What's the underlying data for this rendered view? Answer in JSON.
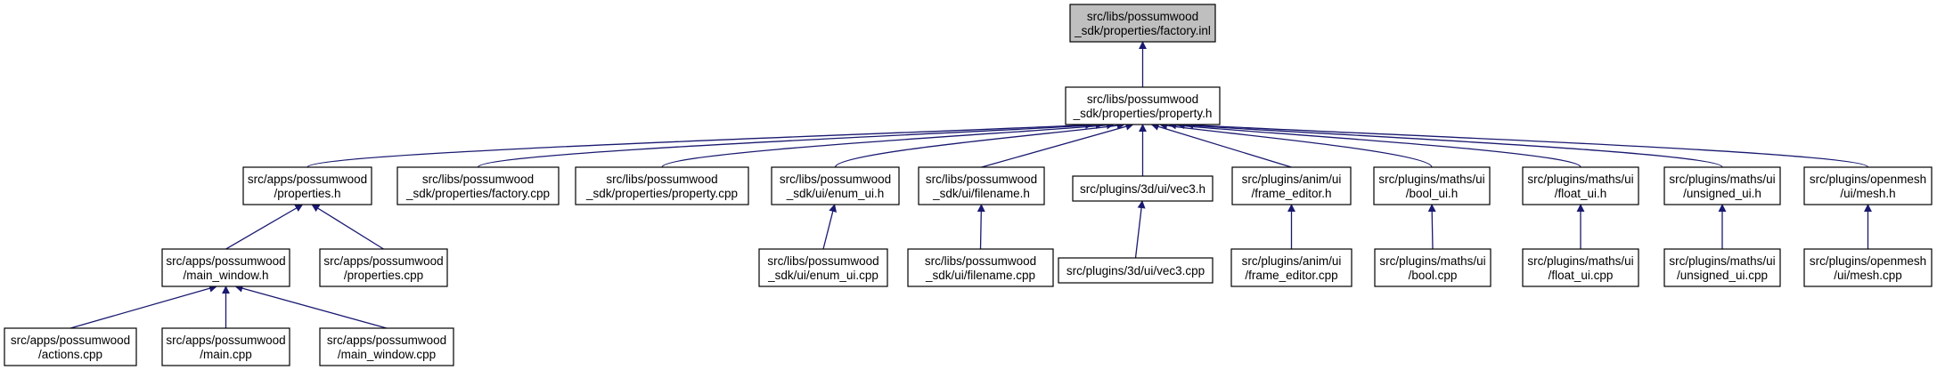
{
  "colors": {
    "node_fill": "#ffffff",
    "root_fill": "#bfbfbf",
    "border": "#000000",
    "edge": "#191970"
  },
  "nodes": [
    {
      "id": "factory_inl",
      "lines": [
        "src/libs/possumwood",
        "_sdk/properties/factory.inl"
      ],
      "root": true
    },
    {
      "id": "property_h",
      "lines": [
        "src/libs/possumwood",
        "_sdk/properties/property.h"
      ]
    },
    {
      "id": "app_properties_h",
      "lines": [
        "src/apps/possumwood",
        "/properties.h"
      ]
    },
    {
      "id": "factory_cpp",
      "lines": [
        "src/libs/possumwood",
        "_sdk/properties/factory.cpp"
      ]
    },
    {
      "id": "property_cpp",
      "lines": [
        "src/libs/possumwood",
        "_sdk/properties/property.cpp"
      ]
    },
    {
      "id": "enum_ui_h",
      "lines": [
        "src/libs/possumwood",
        "_sdk/ui/enum_ui.h"
      ]
    },
    {
      "id": "filename_h",
      "lines": [
        "src/libs/possumwood",
        "_sdk/ui/filename.h"
      ]
    },
    {
      "id": "vec3_h",
      "lines": [
        "src/plugins/3d/ui/vec3.h"
      ]
    },
    {
      "id": "frame_editor_h",
      "lines": [
        "src/plugins/anim/ui",
        "/frame_editor.h"
      ]
    },
    {
      "id": "bool_ui_h",
      "lines": [
        "src/plugins/maths/ui",
        "/bool_ui.h"
      ]
    },
    {
      "id": "float_ui_h",
      "lines": [
        "src/plugins/maths/ui",
        "/float_ui.h"
      ]
    },
    {
      "id": "unsigned_ui_h",
      "lines": [
        "src/plugins/maths/ui",
        "/unsigned_ui.h"
      ]
    },
    {
      "id": "mesh_h",
      "lines": [
        "src/plugins/openmesh",
        "/ui/mesh.h"
      ]
    },
    {
      "id": "main_window_h",
      "lines": [
        "src/apps/possumwood",
        "/main_window.h"
      ]
    },
    {
      "id": "app_properties_cpp",
      "lines": [
        "src/apps/possumwood",
        "/properties.cpp"
      ]
    },
    {
      "id": "enum_ui_cpp",
      "lines": [
        "src/libs/possumwood",
        "_sdk/ui/enum_ui.cpp"
      ]
    },
    {
      "id": "filename_cpp",
      "lines": [
        "src/libs/possumwood",
        "_sdk/ui/filename.cpp"
      ]
    },
    {
      "id": "vec3_cpp",
      "lines": [
        "src/plugins/3d/ui/vec3.cpp"
      ]
    },
    {
      "id": "frame_editor_cpp",
      "lines": [
        "src/plugins/anim/ui",
        "/frame_editor.cpp"
      ]
    },
    {
      "id": "bool_cpp",
      "lines": [
        "src/plugins/maths/ui",
        "/bool.cpp"
      ]
    },
    {
      "id": "float_ui_cpp",
      "lines": [
        "src/plugins/maths/ui",
        "/float_ui.cpp"
      ]
    },
    {
      "id": "unsigned_ui_cpp",
      "lines": [
        "src/plugins/maths/ui",
        "/unsigned_ui.cpp"
      ]
    },
    {
      "id": "mesh_cpp",
      "lines": [
        "src/plugins/openmesh",
        "/ui/mesh.cpp"
      ]
    },
    {
      "id": "actions_cpp",
      "lines": [
        "src/apps/possumwood",
        "/actions.cpp"
      ]
    },
    {
      "id": "main_cpp",
      "lines": [
        "src/apps/possumwood",
        "/main.cpp"
      ]
    },
    {
      "id": "main_window_cpp",
      "lines": [
        "src/apps/possumwood",
        "/main_window.cpp"
      ]
    }
  ],
  "edges": [
    {
      "from": "property_h",
      "to": "factory_inl"
    },
    {
      "from": "app_properties_h",
      "to": "property_h"
    },
    {
      "from": "factory_cpp",
      "to": "property_h"
    },
    {
      "from": "property_cpp",
      "to": "property_h"
    },
    {
      "from": "enum_ui_h",
      "to": "property_h"
    },
    {
      "from": "filename_h",
      "to": "property_h"
    },
    {
      "from": "vec3_h",
      "to": "property_h"
    },
    {
      "from": "frame_editor_h",
      "to": "property_h"
    },
    {
      "from": "bool_ui_h",
      "to": "property_h"
    },
    {
      "from": "float_ui_h",
      "to": "property_h"
    },
    {
      "from": "unsigned_ui_h",
      "to": "property_h"
    },
    {
      "from": "mesh_h",
      "to": "property_h"
    },
    {
      "from": "main_window_h",
      "to": "app_properties_h"
    },
    {
      "from": "app_properties_cpp",
      "to": "app_properties_h"
    },
    {
      "from": "enum_ui_cpp",
      "to": "enum_ui_h"
    },
    {
      "from": "filename_cpp",
      "to": "filename_h"
    },
    {
      "from": "vec3_cpp",
      "to": "vec3_h"
    },
    {
      "from": "frame_editor_cpp",
      "to": "frame_editor_h"
    },
    {
      "from": "bool_cpp",
      "to": "bool_ui_h"
    },
    {
      "from": "float_ui_cpp",
      "to": "float_ui_h"
    },
    {
      "from": "unsigned_ui_cpp",
      "to": "unsigned_ui_h"
    },
    {
      "from": "mesh_cpp",
      "to": "mesh_h"
    },
    {
      "from": "actions_cpp",
      "to": "main_window_h"
    },
    {
      "from": "main_cpp",
      "to": "main_window_h"
    },
    {
      "from": "main_window_cpp",
      "to": "main_window_h"
    }
  ]
}
